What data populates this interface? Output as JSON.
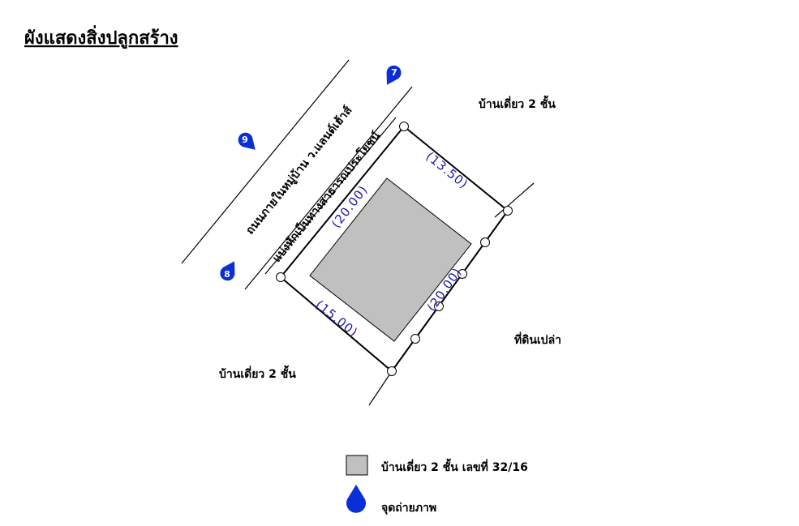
{
  "title": "ผังแสดงสิ่งปลูกสร้าง",
  "labels": {
    "top_right": "บ้านเดี่ยว 2 ชั้น",
    "bottom_left": "บ้านเดี่ยว 2 ชั้น",
    "right": "ที่ดินเปล่า",
    "road": "ถนนภายในหมู่บ้าน ว.แลนด์เฮ้าส์",
    "public_strip": "แบ่งหักเป็นทางสาธารณประโยชน์"
  },
  "dimensions": {
    "top_edge": "(13.50)",
    "left_edge": "(20.00)",
    "bottom_edge": "(15.00)",
    "right_edge": "(20.00)"
  },
  "photo_points": [
    "7",
    "9",
    "8"
  ],
  "legend": {
    "building": "บ้านเดี่ยว 2 ชั้น เลขที่ 32/16",
    "photo_point": "จุดถ่ายภาพ"
  },
  "colors": {
    "building_fill": "#c0c0c0",
    "marker": "#0a2fd6",
    "dimension_text": "#1a1aa8"
  },
  "icons": {
    "photo_point": "camera-direction-marker-icon"
  }
}
